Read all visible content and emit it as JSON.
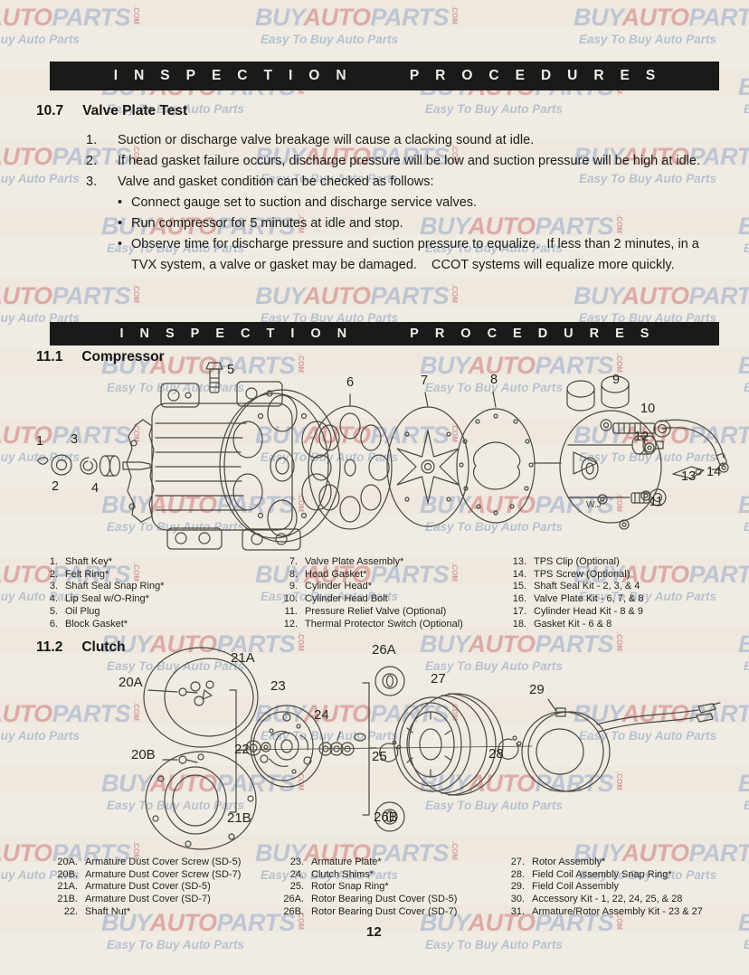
{
  "page": {
    "number_label": "12"
  },
  "watermark": {
    "brand": [
      "BUY",
      "AUTO",
      "PARTS"
    ],
    "suffix": ".COM",
    "tagline": "Easy To Buy Auto Parts",
    "colors": {
      "blue": "#b6c0d1",
      "red": "#d9a19d"
    }
  },
  "bars": {
    "label": "INSPECTION PROCEDURES"
  },
  "valve_plate_test": {
    "number": "10.7",
    "title": "Valve Plate Test",
    "items": [
      {
        "marker": "1.",
        "text": "Suction or discharge valve breakage will cause a clacking sound at idle."
      },
      {
        "marker": "2.",
        "text": "If head gasket failure occurs, discharge pressure will be low and suction pressure will be high at idle."
      },
      {
        "marker": "3.",
        "text": "Valve and gasket condition can be checked as follows:"
      }
    ],
    "bullet_marker": "•",
    "bullets": [
      "Connect gauge set to suction and discharge service valves.",
      "Run compressor for 5 minutes at idle and stop.",
      "Observe time for discharge pressure and suction pressure to equalize.  If less than 2 minutes, in a TVX system, a valve or gasket may be damaged.    CCOT systems will equalize more quickly."
    ]
  },
  "compressor": {
    "number": "11.1",
    "title": "Compressor",
    "engraving": "W.J",
    "callouts": [
      "1",
      "2",
      "3",
      "4",
      "5",
      "6",
      "7",
      "8",
      "9",
      "10",
      "11",
      "12",
      "13",
      "14"
    ],
    "parts_columns": [
      [
        {
          "num": "1.",
          "name": "Shaft Key*"
        },
        {
          "num": "2.",
          "name": "Felt Ring*"
        },
        {
          "num": "3.",
          "name": "Shaft Seal Snap Ring*"
        },
        {
          "num": "4.",
          "name": "Lip Seal w/O-Ring*"
        },
        {
          "num": "5.",
          "name": "Oil Plug"
        },
        {
          "num": "6.",
          "name": "Block Gasket*"
        }
      ],
      [
        {
          "num": "7.",
          "name": "Valve Plate Assembly*"
        },
        {
          "num": "8.",
          "name": "Head Gasket*"
        },
        {
          "num": "9.",
          "name": "Cylinder Head*"
        },
        {
          "num": "10.",
          "name": "Cylinder Head Bolt"
        },
        {
          "num": "11.",
          "name": "Pressure Relief Valve (Optional)"
        },
        {
          "num": "12.",
          "name": "Thermal Protector Switch (Optional)"
        }
      ],
      [
        {
          "num": "13.",
          "name": "TPS Clip (Optional)"
        },
        {
          "num": "14.",
          "name": "TPS Screw (Optional)"
        },
        {
          "num": "15.",
          "name": "Shaft Seal Kit - 2, 3, & 4"
        },
        {
          "num": "16.",
          "name": "Valve Plate Kit - 6, 7, & 8"
        },
        {
          "num": "17.",
          "name": "Cylinder Head Kit - 8 & 9"
        },
        {
          "num": "18.",
          "name": "Gasket Kit - 6 & 8"
        }
      ]
    ]
  },
  "clutch": {
    "number": "11.2",
    "title": "Clutch",
    "callouts": [
      "20A",
      "20B",
      "21A",
      "21B",
      "22",
      "23",
      "24",
      "25",
      "26A",
      "26B",
      "27",
      "28",
      "29"
    ],
    "parts_columns": [
      [
        {
          "num": "20A.",
          "name": "Armature Dust Cover Screw (SD-5)"
        },
        {
          "num": "20B.",
          "name": "Armature Dust Cover Screw (SD-7)"
        },
        {
          "num": "21A.",
          "name": "Armature Dust Cover (SD-5)"
        },
        {
          "num": "21B.",
          "name": "Armature Dust Cover (SD-7)"
        },
        {
          "num": "22.",
          "name": "Shaft Nut*"
        }
      ],
      [
        {
          "num": "23.",
          "name": "Armature Plate*"
        },
        {
          "num": "24.",
          "name": "Clutch Shims*"
        },
        {
          "num": "25.",
          "name": "Rotor Snap Ring*"
        },
        {
          "num": "26A.",
          "name": "Rotor Bearing Dust Cover (SD-5)"
        },
        {
          "num": "26B.",
          "name": "Rotor Bearing Dust Cover (SD-7)"
        }
      ],
      [
        {
          "num": "27.",
          "name": "Rotor Assembly*"
        },
        {
          "num": "28.",
          "name": "Field Coil Assembly Snap Ring*"
        },
        {
          "num": "29.",
          "name": "Field Coil Assembly"
        },
        {
          "num": "30.",
          "name": "Accessory Kit - 1, 22, 24, 25, & 28"
        },
        {
          "num": "31.",
          "name": "Armature/Rotor Assembly Kit - 23 & 27"
        }
      ]
    ]
  }
}
